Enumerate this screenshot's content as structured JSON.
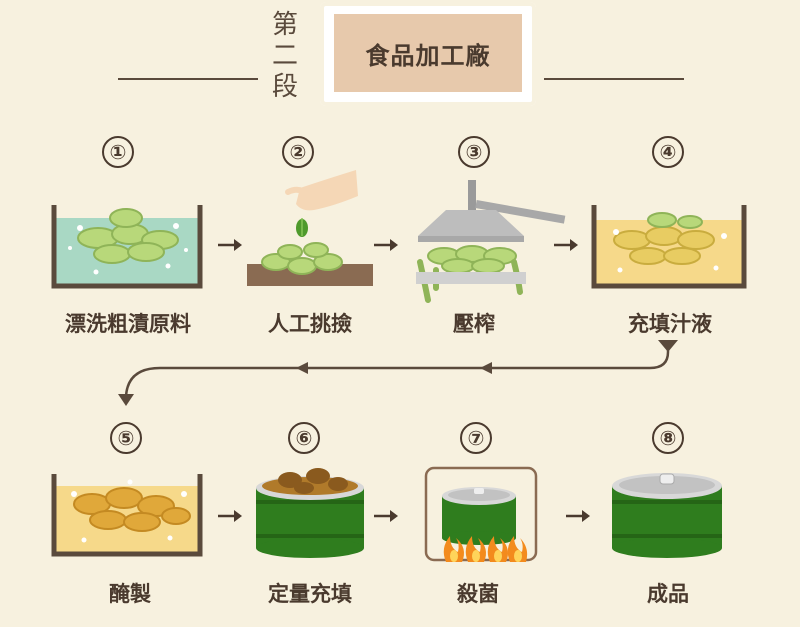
{
  "header": {
    "stage_label": "第二段",
    "title": "食品加工廠"
  },
  "steps": [
    {
      "number": "①",
      "label": "漂洗粗漬原料"
    },
    {
      "number": "②",
      "label": "人工挑撿"
    },
    {
      "number": "③",
      "label": "壓榨"
    },
    {
      "number": "④",
      "label": "充填汁液"
    },
    {
      "number": "⑤",
      "label": "醃製"
    },
    {
      "number": "⑥",
      "label": "定量充填"
    },
    {
      "number": "⑦",
      "label": "殺菌"
    },
    {
      "number": "⑧",
      "label": "成品"
    }
  ],
  "colors": {
    "background": "#f7f1df",
    "outline": "#4a3a2e",
    "water": "#a9d8c4",
    "vegetable": "#b8d87a",
    "brine": "#f6d98a",
    "pickle": "#e0a83a",
    "can": "#2f7d1e",
    "flame": "#f38b1d"
  },
  "icons": [
    "wash-tub-icon",
    "picking-hand-icon",
    "press-icon",
    "brine-tub-icon",
    "pickling-tub-icon",
    "open-can-icon",
    "sterilizing-can-icon",
    "sealed-can-icon"
  ]
}
